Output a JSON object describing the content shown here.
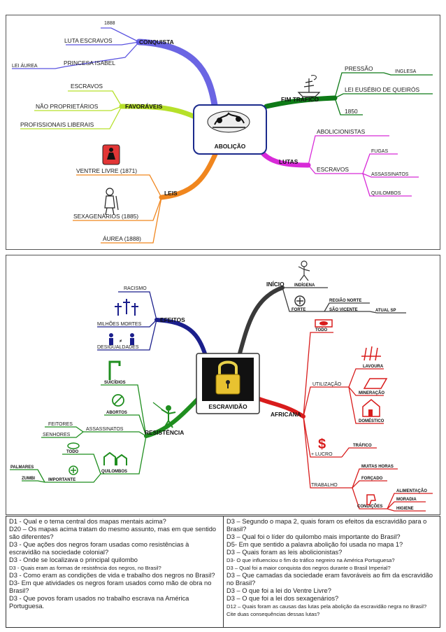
{
  "map1": {
    "center": "ABOLIÇÃO",
    "conquista": {
      "label": "CONQUISTA",
      "items": [
        "1888",
        "LUTA ESCRAVOS",
        "PRINCESA ISABEL",
        "LEI ÁUREA"
      ]
    },
    "favoraveis": {
      "label": "FAVORÁVEIS",
      "items": [
        "ESCRAVOS",
        "NÃO PROPRIETÁRIOS",
        "PROFISSIONAIS LIBERAIS"
      ]
    },
    "leis": {
      "label": "LEIS",
      "items": [
        "VENTRE LIVRE (1871)",
        "SEXAGENÁRIOS (1885)",
        "ÁUREA (1888)"
      ]
    },
    "fim_trafico": {
      "label": "FIM TRÁFICO",
      "items": [
        "PRESSÃO",
        "INGLESA",
        "LEI EUSÉBIO DE QUEIRÓS",
        "1850"
      ]
    },
    "lutas": {
      "label": "LUTAS",
      "items": [
        "ABOLICIONISTAS",
        "ESCRAVOS",
        "FUGAS",
        "ASSASSINATOS",
        "QUILOMBOS"
      ]
    }
  },
  "map2": {
    "center": "ESCRAVIDÃO",
    "efeitos": {
      "label": "EFEITOS",
      "items": [
        "RACISMO",
        "MILHÕES MORTES",
        "DESIGUALDADES"
      ]
    },
    "resistencia": {
      "label": "RESISTÊNCIA",
      "items": [
        "SUICÍDIOS",
        "ABORTOS",
        "ASSASSINATOS",
        "FEITORES",
        "SENHORES",
        "QUILOMBOS",
        "TODO",
        "IMPORTANTE",
        "PALMARES",
        "ZUMBI"
      ]
    },
    "inicio": {
      "label": "INÍCIO",
      "items": [
        "INDÍGENA",
        "FORTE",
        "REGIÃO NORTE",
        "SÃO VICENTE",
        "ATUAL SP"
      ]
    },
    "africana": {
      "label": "AFRICANA",
      "items": [
        "TODO",
        "UTILIZAÇÃO",
        "LAVOURA",
        "MINERAÇÃO",
        "DOMÉSTICO",
        "+ LUCRO",
        "TRÁFICO",
        "TRABALHO",
        "MUITAS HORAS",
        "FORÇADO",
        "CONDIÇÕES",
        "ALIMENTAÇÃO",
        "MORADIA",
        "HIGIENE"
      ]
    }
  },
  "questions": {
    "left": [
      "D1 - Qual e o tema central dos mapas mentais acima?",
      "D20 – Os mapas acima tratam do mesmo assunto, mas em que sentido são diferentes?",
      "D3 - Que ações dos negros foram usadas como resistências à escravidão na sociedade colonial?",
      "D3 - Onde se localizava o principal quilombo",
      "D3 - Quais eram as formas de resistência dos negros, no Brasil?",
      "D3 - Como eram as condições de vida e trabalho dos negros no Brasil?",
      "D3- Em que atividades os negros foram usados como mão de obra no Brasil?",
      "D3 - Que povos foram usados no trabalho escrava na América Portuguesa."
    ],
    "right": [
      "D3 – Segundo o mapa 2, quais foram os efeitos da escravidão para o Brasil?",
      "D3 – Qual foi o líder do quilombo mais importante do Brasil?",
      "D5- Em que sentido a palavra abolição foi usada no mapa 1?",
      "D3 – Quais foram as leis abolicionistas?",
      "D3- O que influenciou o fim do tráfico negreiro na América Portuguesa?",
      "D3 – Qual foi a maior conquista dos negros durante o Brasil Imperial?",
      "D3 – Que camadas da sociedade eram favoráveis ao fim da escravidão no Brasil?",
      "D3 – O que foi a lei do Ventre Livre?",
      "D3 – O que foi a lei dos sexagenários?",
      "D12 – Quais foram as causas das lutas pela abolição da escravidão negra no Brasil? Cite duas consequências dessas lutas?"
    ]
  },
  "colors": {
    "conquista": "#5b54e0",
    "favoraveis": "#b6e02a",
    "leis": "#f0861e",
    "fim_trafico": "#0e7a17",
    "lutas": "#d82ad8",
    "efeitos": "#1b1f8c",
    "resistencia": "#1f8e1f",
    "inicio": "#3a3a3a",
    "africana": "#d81c1c"
  }
}
